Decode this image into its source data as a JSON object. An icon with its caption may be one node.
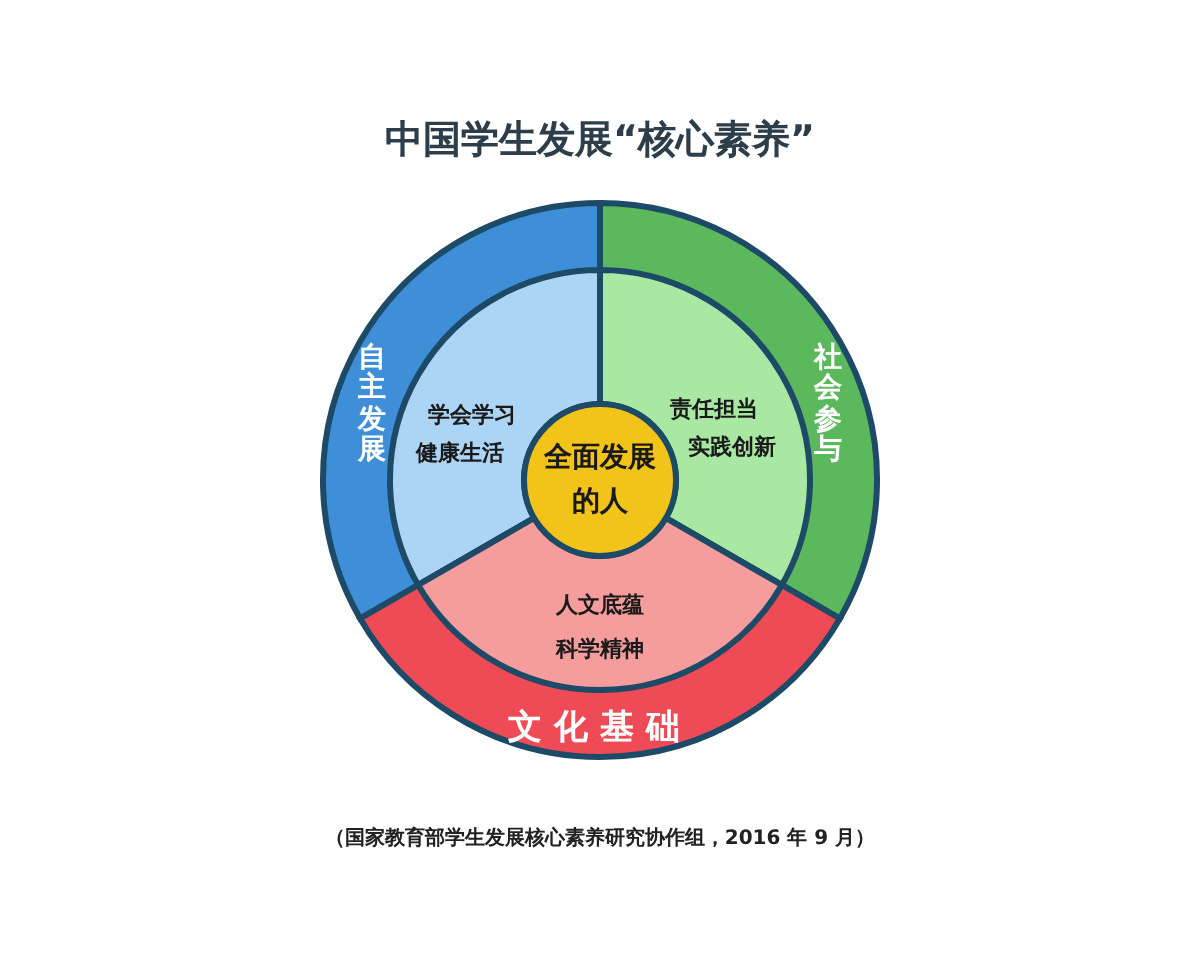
{
  "diagram": {
    "title": "中国学生发展“核心素养”",
    "caption": "（国家教育部学生发展核心素养研究协作组，2016 年 9 月）",
    "nodes": [
      {
        "text": [
          "自主发展"
        ]
      },
      {
        "text": [
          "学会学习",
          "健康生活"
        ],
        "in": 0
      },
      {
        "text": [
          "社会参与"
        ]
      },
      {
        "text": [
          "责任担当",
          "实践创新"
        ],
        "in": 2
      },
      {
        "text": [
          "文化基础"
        ]
      },
      {
        "text": [
          "人文底蕴",
          "科学精神"
        ],
        "in": 4
      },
      {
        "text": [
          "全面发展的人"
        ]
      }
    ]
  }
}
